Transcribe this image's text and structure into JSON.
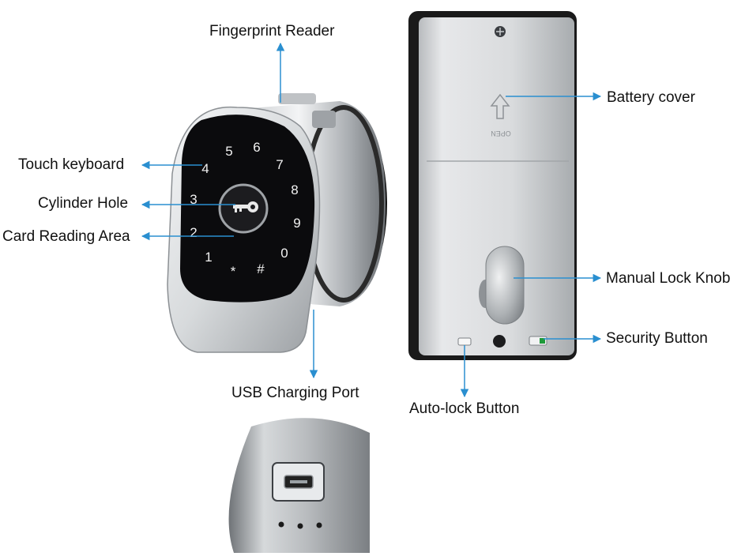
{
  "labels": {
    "fingerprint_reader": "Fingerprint Reader",
    "touch_keyboard": "Touch keyboard",
    "cylinder_hole": "Cylinder Hole",
    "card_reading_area": "Card Reading Area",
    "usb_charging_port": "USB Charging Port",
    "battery_cover": "Battery cover",
    "manual_lock_knob": "Manual Lock Knob",
    "security_button": "Security Button",
    "auto_lock_button": "Auto-lock Button"
  },
  "keypad": {
    "keys": [
      "5",
      "6",
      "4",
      "7",
      "3",
      "8",
      "2",
      "9",
      "1",
      "0",
      "*",
      "#"
    ]
  },
  "battery_cover_text": "OPEN",
  "colors": {
    "pointer": "#2a8fd0",
    "keypad_glass": "#0b0b0d",
    "metal_light": "#e4e6e8",
    "metal_dark": "#8c9094"
  }
}
